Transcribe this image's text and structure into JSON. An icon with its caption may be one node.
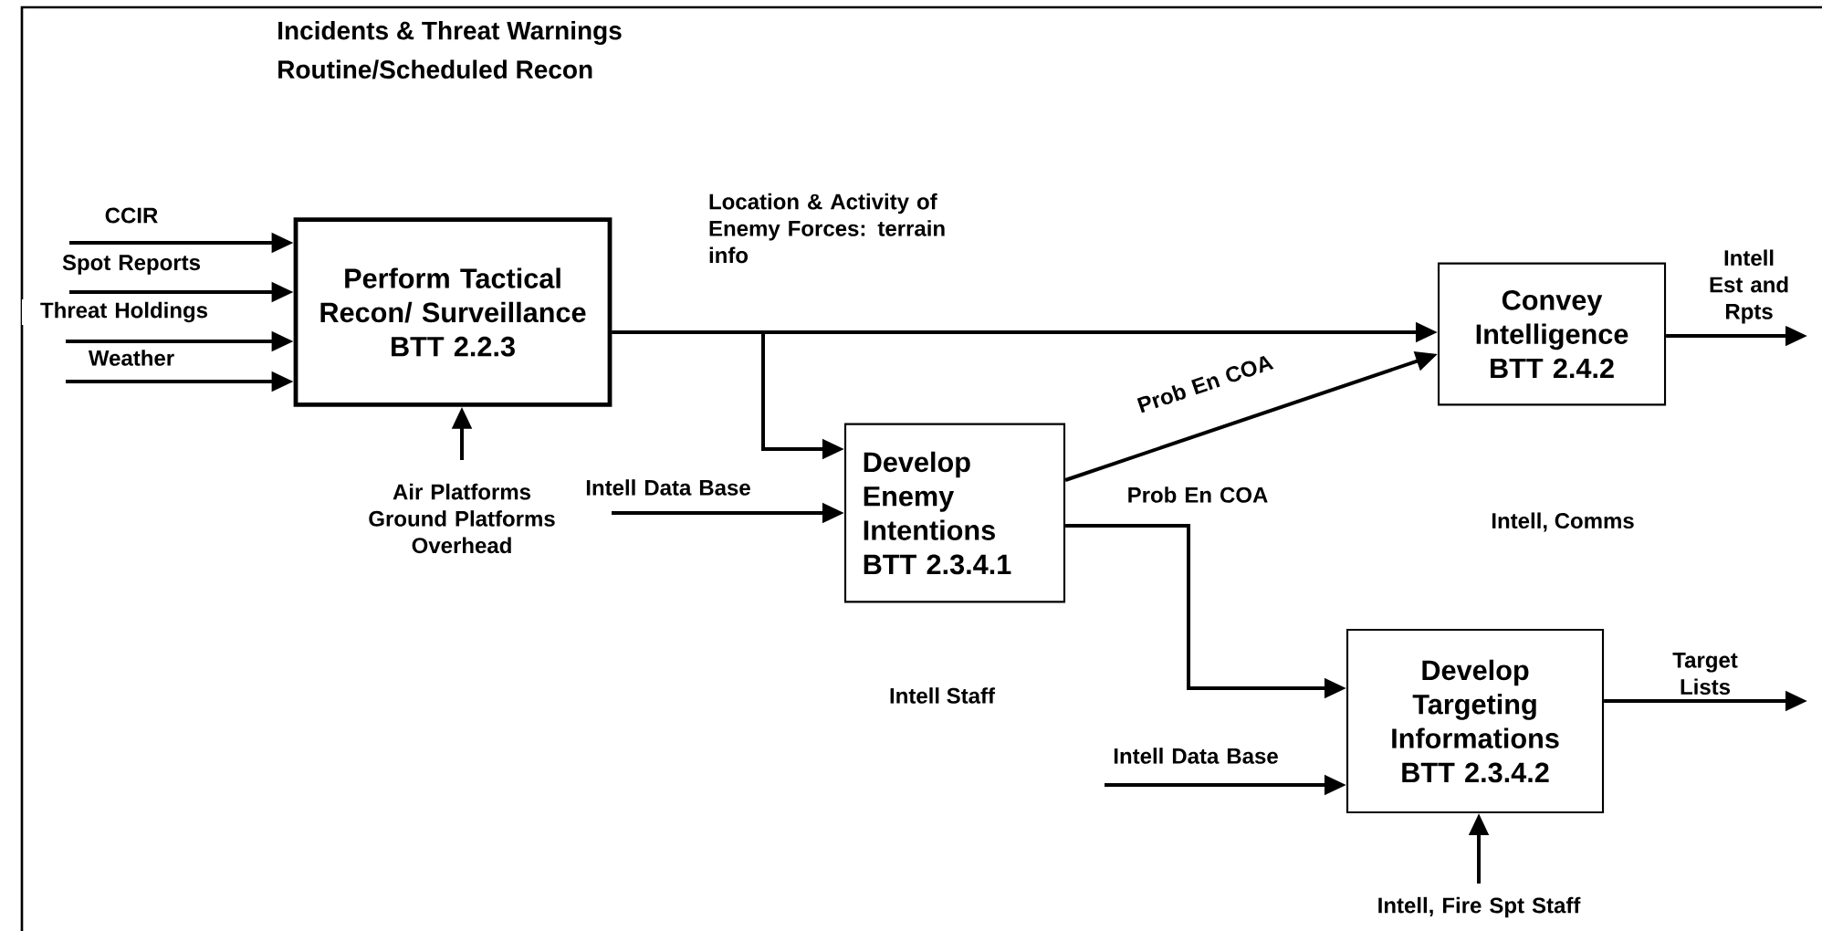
{
  "diagram": {
    "nodes": [
      {
        "text": [
          "Perform Tactical Recon/ Surveillance BTT 2.2.3"
        ]
      },
      {
        "text": [
          "Develop Enemy Intentions BTT 2.3.4.1"
        ]
      },
      {
        "text": [
          "Convey Intelligence BTT 2.4.2"
        ]
      },
      {
        "text": [
          "Develop Targeting Informations BTT 2.3.4.2"
        ]
      }
    ],
    "edges": [
      {
        "from": null,
        "to": 0,
        "arrow": "to",
        "label": "CCIR"
      },
      {
        "from": null,
        "to": 0,
        "arrow": "to",
        "label": "Spot Reports"
      },
      {
        "from": null,
        "to": 0,
        "arrow": "to",
        "label": "Threat Holdings"
      },
      {
        "from": null,
        "to": 0,
        "arrow": "to",
        "label": "Weather"
      },
      {
        "from": null,
        "to": 0,
        "arrow": "to",
        "label": "Air Platforms Ground Platforms Overhead"
      },
      {
        "from": 0,
        "to": 2,
        "arrow": "to",
        "label": "Location & Activity of Enemy Forces: terrain info"
      },
      {
        "from": 0,
        "to": 1,
        "arrow": "to"
      },
      {
        "from": null,
        "to": 1,
        "arrow": "to",
        "label": "Intell Data Base"
      },
      {
        "from": 1,
        "to": 2,
        "arrow": "to",
        "label": "Prob En COA"
      },
      {
        "from": 1,
        "to": 3,
        "arrow": "to",
        "label": "Prob En COA"
      },
      {
        "from": 2,
        "to": null,
        "arrow": "to",
        "label": "Intell Est and Rpts"
      },
      {
        "from": null,
        "to": 3,
        "arrow": "to",
        "label": "Intell Data Base"
      },
      {
        "from": 3,
        "to": null,
        "arrow": "to",
        "label": "Target Lists"
      },
      {
        "from": null,
        "to": 3,
        "arrow": "to",
        "label": "Intell, Fire Spt Staff"
      }
    ],
    "labels": [
      "Incidents & Threat Warnings",
      "Routine/Scheduled Recon",
      "Intell, Comms",
      "Intell Staff"
    ]
  }
}
